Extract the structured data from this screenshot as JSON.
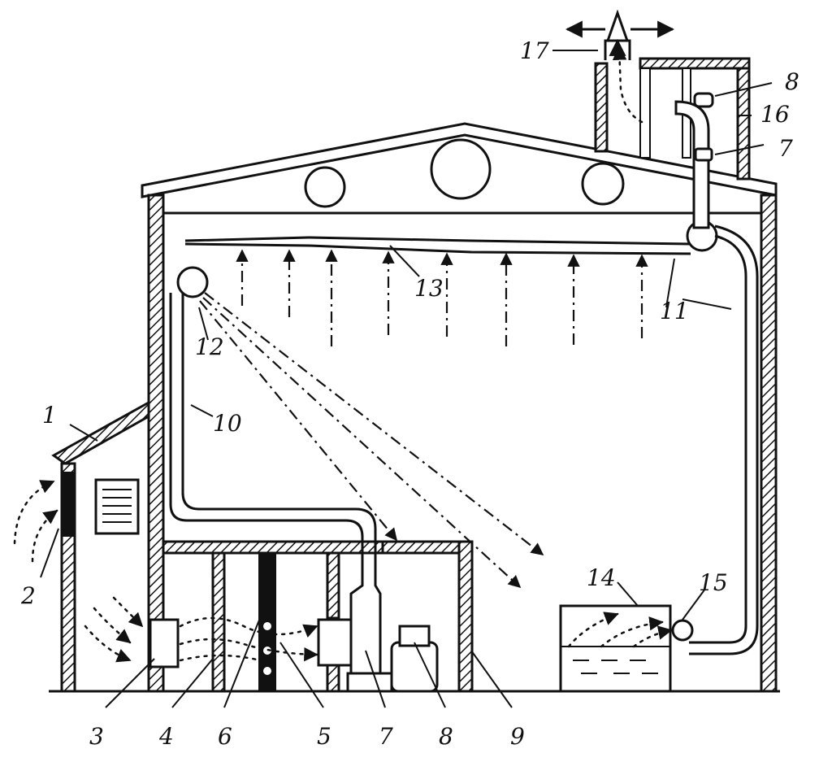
{
  "labels": {
    "l1": "1",
    "l2": "2",
    "l3": "3",
    "l4": "4",
    "l5": "5",
    "l6": "6",
    "l7a": "7",
    "l7b": "7",
    "l8a": "8",
    "l8b": "8",
    "l9": "9",
    "l10": "10",
    "l11": "11",
    "l12": "12",
    "l13": "13",
    "l14": "14",
    "l15": "15",
    "l16": "16",
    "l17": "17"
  }
}
